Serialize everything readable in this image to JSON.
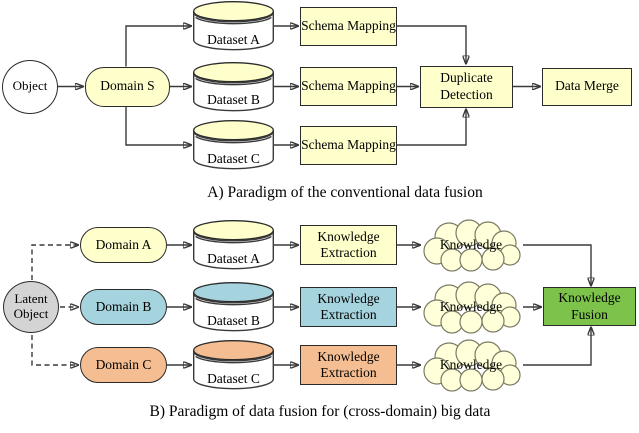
{
  "colors": {
    "node_yellow": "#FFFFCC",
    "node_blue": "#A6D4DE",
    "node_orange": "#F5BE92",
    "fusion_green": "#7CC24B",
    "latent_gray": "#D4D4D4",
    "cloud_yellow": "#FFFFD9",
    "connector": "#3A3A3A"
  },
  "section_a": {
    "caption": "A) Paradigm of the conventional data fusion",
    "object": "Object",
    "domain": "Domain S",
    "datasets": [
      "Dataset A",
      "Dataset B",
      "Dataset C"
    ],
    "schema_mapping": [
      "Schema Mapping",
      "Schema Mapping",
      "Schema Mapping"
    ],
    "duplicate_detection": "Duplicate Detection",
    "data_merge": "Data Merge"
  },
  "section_b": {
    "caption": "B) Paradigm of data fusion for (cross-domain) big data",
    "latent_object": "Latent Object",
    "domains": [
      "Domain A",
      "Domain B",
      "Domain C"
    ],
    "datasets": [
      "Dataset A",
      "Dataset B",
      "Dataset C"
    ],
    "knowledge_extraction": [
      "Knowledge Extraction",
      "Knowledge Extraction",
      "Knowledge Extraction"
    ],
    "knowledge_clouds": [
      "Knowledge",
      "Knowledge",
      "Knowledge"
    ],
    "knowledge_fusion": "Knowledge Fusion"
  }
}
